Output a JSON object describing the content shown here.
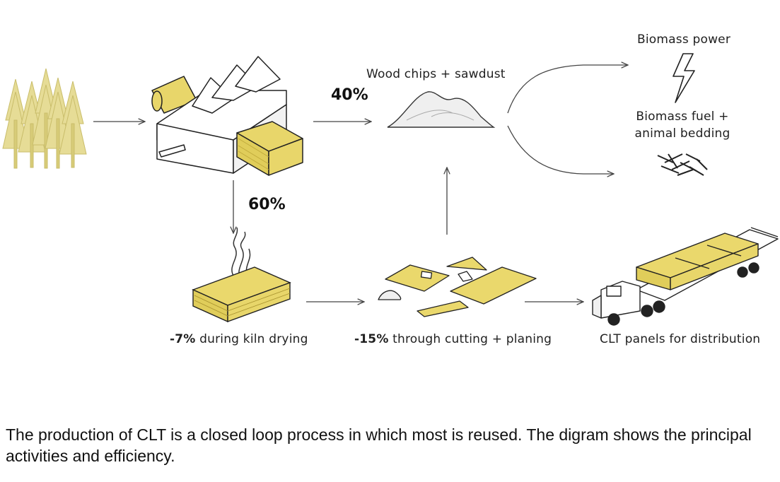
{
  "labels": {
    "biomass_power": "Biomass power",
    "wood_chips": "Wood chips + sawdust",
    "biomass_fuel_line1": "Biomass fuel +",
    "biomass_fuel_line2": "animal bedding",
    "pct_40": "40%",
    "pct_60": "60%",
    "kiln_pct": "-7%",
    "kiln_text": " during kiln drying",
    "cutting_pct": "-15%",
    "cutting_text": " through cutting + planing",
    "clt_panels": "CLT panels for distribution"
  },
  "caption": "The production of CLT is a closed loop process in which most is reused. The digram shows the principal activities and efficiency.",
  "colors": {
    "wood_yellow": "#e8d66a",
    "tree_yellow": "#e6dc96",
    "line": "#333333"
  }
}
